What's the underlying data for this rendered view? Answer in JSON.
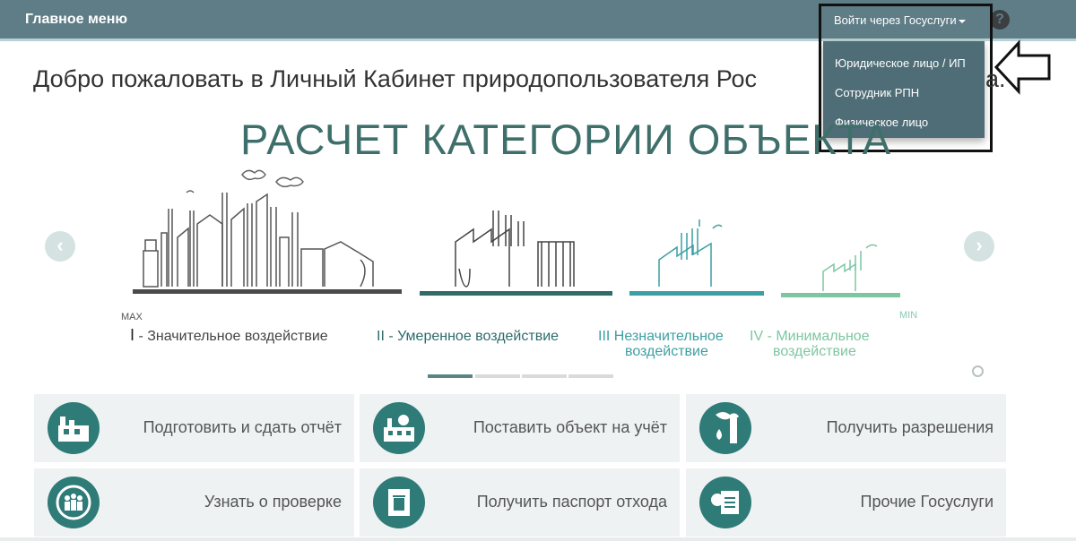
{
  "navbar": {
    "brand": "Главное меню",
    "login_label": "Войти через Госуслуги",
    "help_icon": "question-circle-icon"
  },
  "login_menu": {
    "items": [
      {
        "label": "Юридическое лицо / ИП"
      },
      {
        "label": "Сотрудник РПН"
      },
      {
        "label": "Физическое лицо"
      }
    ]
  },
  "welcome": {
    "text": "Добро пожаловать в Личный Кабинет природопользователя Рос",
    "tail": "а."
  },
  "slide": {
    "title": "РАСЧЕТ КАТЕГОРИИ ОБЪЕКТА",
    "scale_max": "MAX",
    "scale_min": "MIN",
    "categories": [
      {
        "numeral": "I",
        "sep": " - ",
        "line1": "Значительное воздействие",
        "line2": ""
      },
      {
        "numeral": "II",
        "sep": " - ",
        "line1": "Умеренное воздействие",
        "line2": ""
      },
      {
        "numeral": "III",
        "sep": " ",
        "line1": "Незначительное",
        "line2": "воздействие"
      },
      {
        "numeral": "IV",
        "sep": " - ",
        "line1": "Минимальное",
        "line2": "воздействие"
      }
    ],
    "colors": {
      "cat1": "#444444",
      "cat2": "#2d6b6b",
      "cat3": "#3c9fa3",
      "cat4": "#7cc7a2"
    },
    "active_slide": 1,
    "slide_count": 4
  },
  "services": [
    {
      "label": "Подготовить и сдать отчёт",
      "icon": "report-factory-icon"
    },
    {
      "label": "Поставить объект на учёт",
      "icon": "register-factory-icon"
    },
    {
      "label": "Получить разрешения",
      "icon": "emissions-permit-icon"
    },
    {
      "label": "Узнать о проверке",
      "icon": "inspection-people-icon"
    },
    {
      "label": "Получить паспорт отхода",
      "icon": "waste-passport-icon"
    },
    {
      "label": "Прочие Госуслуги",
      "icon": "emblem-document-icon"
    }
  ],
  "theme": {
    "navbar": "#5f7d87",
    "accent": "#2e7b77",
    "tile_bg": "#eff2f2"
  }
}
